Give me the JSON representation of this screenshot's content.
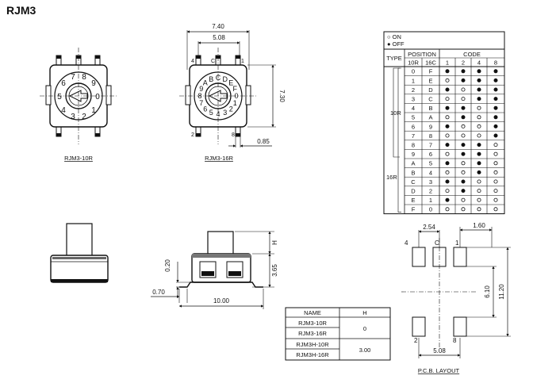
{
  "title": "RJM3",
  "top_view_10r": {
    "caption": "RJM3-10R",
    "dial_numbers": [
      "0",
      "1",
      "2",
      "3",
      "4",
      "5",
      "6",
      "7",
      "8",
      "9"
    ]
  },
  "top_view_16r": {
    "caption": "RJM3-16R",
    "dial_chars": [
      "0",
      "1",
      "2",
      "3",
      "4",
      "5",
      "6",
      "7",
      "8",
      "9",
      "A",
      "B",
      "C",
      "D",
      "E",
      "F"
    ],
    "pin_labels": {
      "top_left": "4",
      "top_center": "C",
      "top_right": "1",
      "bottom_left": "2",
      "bottom_right": "8"
    }
  },
  "top_dims": {
    "overall_width": "7.40",
    "pin_span": "5.08",
    "height": "7.30",
    "pin_width": "0.85"
  },
  "side_dims": {
    "left_offset": "0.70",
    "body_width": "10.00",
    "standoff": "0.20",
    "body_height": "3.65",
    "h_label": "H"
  },
  "code_table": {
    "legend": [
      {
        "symbol": "○",
        "label": "ON"
      },
      {
        "symbol": "●",
        "label": "OFF"
      }
    ],
    "header": {
      "type": "TYPE",
      "position": "POSITION",
      "code": "CODE",
      "sub_10r": "10R",
      "sub_16c": "16C",
      "bits": [
        "1",
        "2",
        "4",
        "8"
      ]
    },
    "type_10r": "10R",
    "type_16r": "16R",
    "rows": [
      {
        "p10": "0",
        "p16": "F",
        "bits": [
          1,
          1,
          1,
          1
        ]
      },
      {
        "p10": "1",
        "p16": "E",
        "bits": [
          0,
          1,
          1,
          1
        ]
      },
      {
        "p10": "2",
        "p16": "D",
        "bits": [
          1,
          0,
          1,
          1
        ]
      },
      {
        "p10": "3",
        "p16": "C",
        "bits": [
          0,
          0,
          1,
          1
        ]
      },
      {
        "p10": "4",
        "p16": "B",
        "bits": [
          1,
          1,
          0,
          1
        ]
      },
      {
        "p10": "5",
        "p16": "A",
        "bits": [
          0,
          1,
          0,
          1
        ]
      },
      {
        "p10": "6",
        "p16": "9",
        "bits": [
          1,
          0,
          0,
          1
        ]
      },
      {
        "p10": "7",
        "p16": "8",
        "bits": [
          0,
          0,
          0,
          1
        ]
      },
      {
        "p10": "8",
        "p16": "7",
        "bits": [
          1,
          1,
          1,
          0
        ]
      },
      {
        "p10": "9",
        "p16": "6",
        "bits": [
          0,
          1,
          1,
          0
        ]
      },
      {
        "p10": "A",
        "p16": "5",
        "bits": [
          1,
          0,
          1,
          0
        ]
      },
      {
        "p10": "B",
        "p16": "4",
        "bits": [
          0,
          0,
          1,
          0
        ]
      },
      {
        "p10": "C",
        "p16": "3",
        "bits": [
          1,
          1,
          0,
          0
        ]
      },
      {
        "p10": "D",
        "p16": "2",
        "bits": [
          0,
          1,
          0,
          0
        ]
      },
      {
        "p10": "E",
        "p16": "1",
        "bits": [
          1,
          0,
          0,
          0
        ]
      },
      {
        "p10": "F",
        "p16": "0",
        "bits": [
          0,
          0,
          0,
          0
        ]
      }
    ]
  },
  "h_table": {
    "header": [
      "NAME",
      "H"
    ],
    "names": [
      "RJM3-10R",
      "RJM3-16R",
      "RJM3H-10R",
      "RJM3H-16R"
    ],
    "values": [
      "0",
      "3.00"
    ]
  },
  "pcb": {
    "caption": "P.C.B. LAYOUT",
    "dim_pitch": "2.54",
    "dim_pad": "1.60",
    "dim_inner": "6.10",
    "dim_outer": "11.20",
    "dim_span": "5.08",
    "labels": {
      "top_left": "4",
      "top_center": "C",
      "top_right": "1",
      "bottom_left": "2",
      "bottom_right": "8"
    }
  }
}
